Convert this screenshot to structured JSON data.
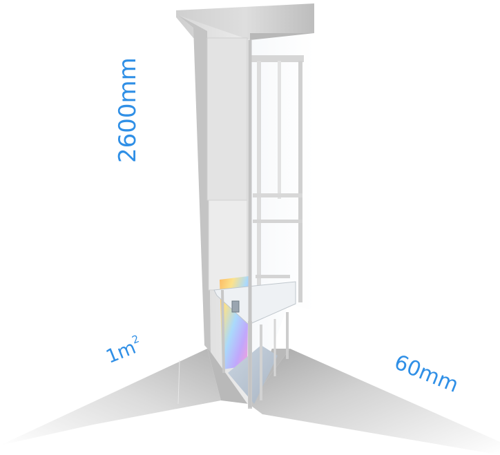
{
  "labels": {
    "height": "2600mm",
    "area_value": "1m",
    "area_exponent": "2",
    "depth": "60mm"
  },
  "colors": {
    "dimension_text": "#2f8fe6",
    "frame": "#c9c9c9",
    "floor_shadow": "#d0d0d0"
  }
}
